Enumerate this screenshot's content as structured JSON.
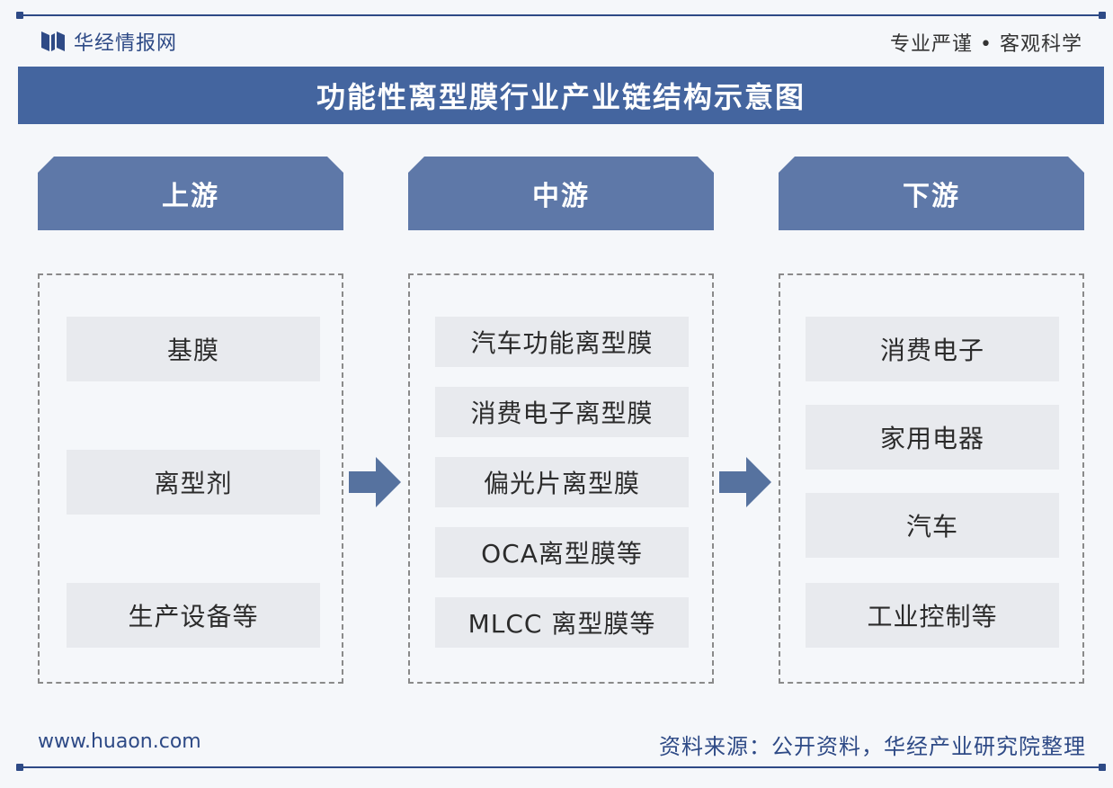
{
  "header": {
    "brand_name": "华经情报网",
    "slogan": "专业严谨 • 客观科学"
  },
  "title": "功能性离型膜行业产业链结构示意图",
  "columns": [
    {
      "heading": "上游",
      "items": [
        "基膜",
        "离型剂",
        "生产设备等"
      ]
    },
    {
      "heading": "中游",
      "items": [
        "汽车功能离型膜",
        "消费电子离型膜",
        "偏光片离型膜",
        "OCA离型膜等",
        "MLCC 离型膜等"
      ]
    },
    {
      "heading": "下游",
      "items": [
        "消费电子",
        "家用电器",
        "汽车",
        "工业控制等"
      ]
    }
  ],
  "footer": {
    "url": "www.huaon.com",
    "source": "资料来源：公开资料，华经产业研究院整理"
  },
  "icons": {
    "brand": "brand-logo-icon",
    "flow": "arrow-right-icon"
  },
  "colors": {
    "primary": "#44659f",
    "column_header": "#5e78a8",
    "arrow": "#56729f",
    "item_bg": "#e8eaee"
  }
}
